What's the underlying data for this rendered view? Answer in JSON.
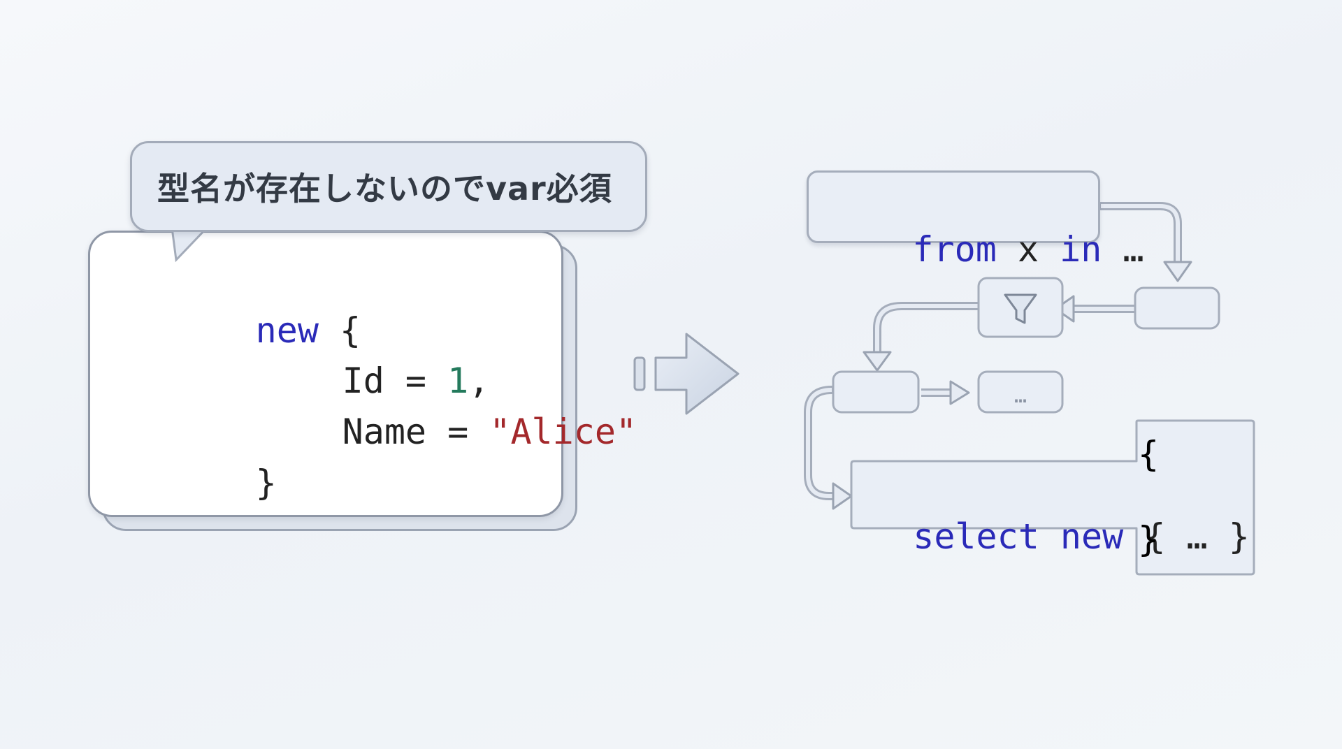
{
  "callout": {
    "text": "型名が存在しないのでvar必須"
  },
  "code": {
    "line1": {
      "kw": "new",
      "rest": " {"
    },
    "line2": {
      "ident": "Id = ",
      "num": "1",
      "punct": ","
    },
    "line3": {
      "ident": "Name = ",
      "str": "\"Alice\""
    },
    "line4": {
      "text": "}"
    }
  },
  "flow": {
    "from_kw": "from",
    "from_var": " x ",
    "in_kw": "in",
    "from_ellipsis": " …",
    "filter_icon": "filter-icon",
    "ellipsis_box": "…",
    "select_kw": "select new",
    "select_rest": " { … }",
    "brace_open": "{",
    "brace_close": "}"
  },
  "colors": {
    "keyword": "#2a2ab8",
    "number": "#237a5c",
    "string": "#a3282b",
    "box_fill": "#e9eef6",
    "box_border": "#a5adbb"
  }
}
